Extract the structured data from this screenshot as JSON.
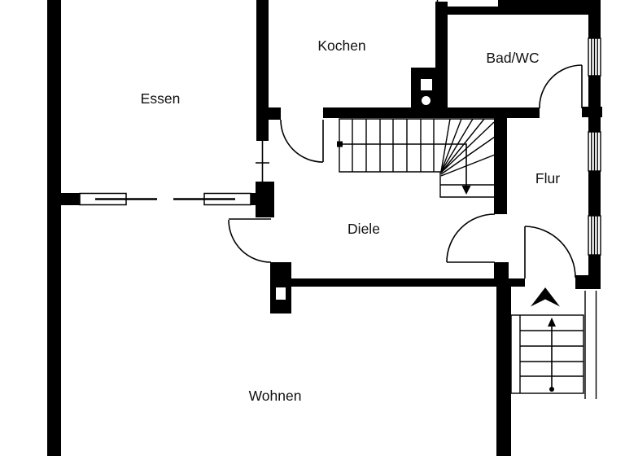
{
  "diagram": {
    "type": "floor-plan",
    "background": "#ffffff",
    "wall_color": "#000000",
    "line_color": "#000000",
    "rooms": [
      {
        "label": "Essen"
      },
      {
        "label": "Kochen"
      },
      {
        "label": "Bad/WC"
      },
      {
        "label": "Flur"
      },
      {
        "label": "Diele"
      },
      {
        "label": "Wohnen"
      }
    ],
    "symbols": [
      {
        "name": "interior-winder-staircase",
        "direction": "down-arrow"
      },
      {
        "name": "exterior-entrance-stairs",
        "direction": "up-arrow"
      },
      {
        "name": "entrance-arrow"
      },
      {
        "name": "sliding-door-pair"
      },
      {
        "name": "swing-door",
        "count": 5
      },
      {
        "name": "window",
        "count": 3
      },
      {
        "name": "chimney-flue"
      }
    ]
  }
}
